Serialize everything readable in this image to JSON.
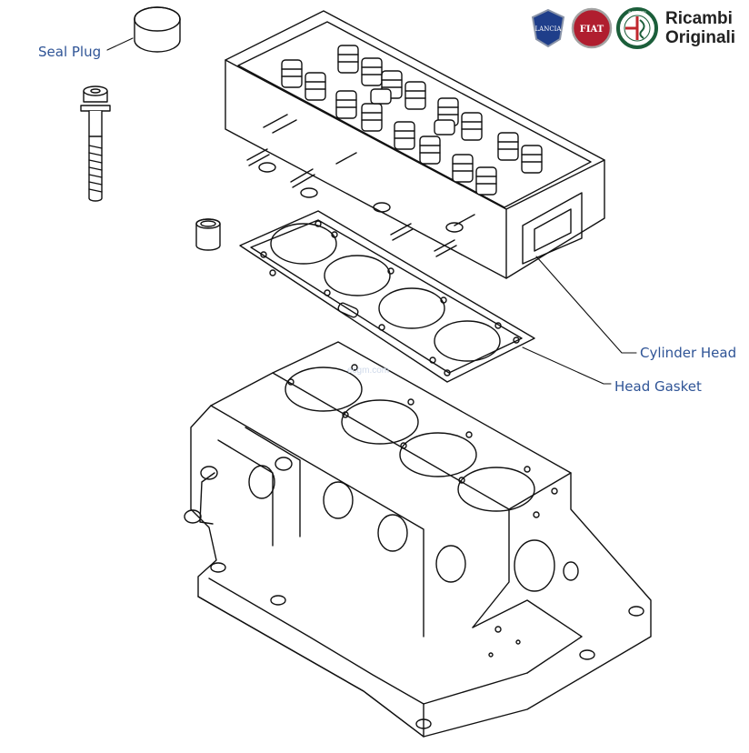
{
  "labels": {
    "seal_plug": "Seal Plug",
    "cylinder_head": "Cylinder Head",
    "head_gasket": "Head Gasket"
  },
  "brand": {
    "line1": "Ricambi",
    "line2": "Originali",
    "logos": [
      "lancia-logo-icon",
      "fiat-logo-icon",
      "alfa-romeo-logo-icon"
    ],
    "logo_text": [
      "LANCIA",
      "FIAT",
      "ALFA ROMEO"
    ],
    "colors": {
      "lancia": "#1f3e8a",
      "fiat": "#b01e2f",
      "alfa_ring": "#1b5e3a"
    }
  },
  "watermark": "ecgm.com",
  "colors": {
    "label": "#2f5496",
    "line": "#111111"
  }
}
